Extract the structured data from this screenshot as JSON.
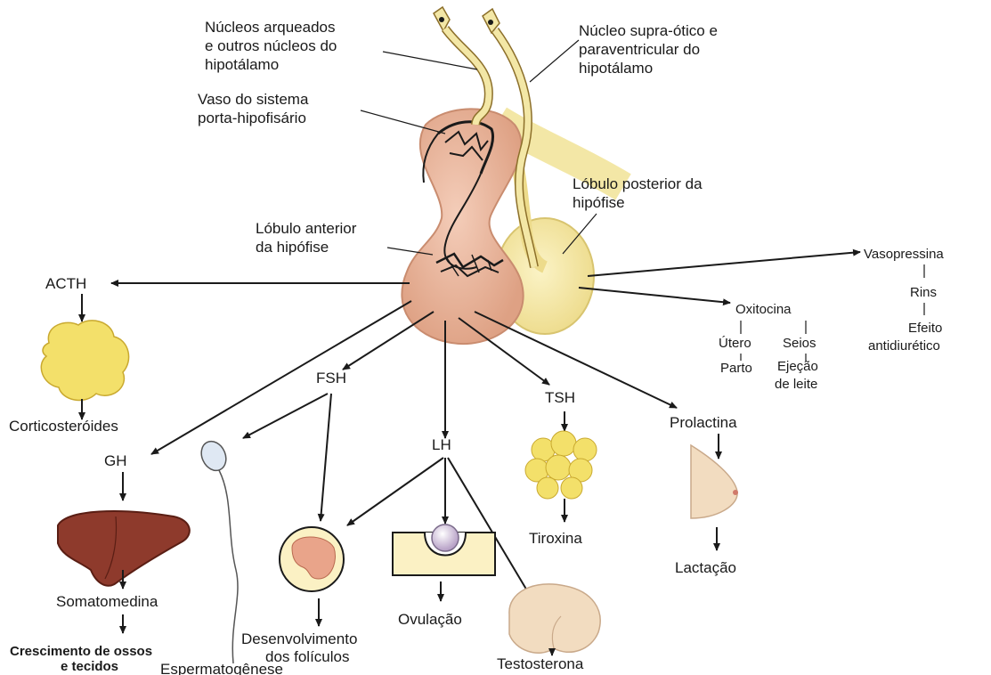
{
  "labels": {
    "arcuate": [
      "Núcleos arqueados",
      "e outros núcleos do",
      "hipotálamo"
    ],
    "supraoptic": [
      "Núcleo supra-ótico e",
      "paraventricular do",
      "hipotálamo"
    ],
    "portal": [
      "Vaso do sistema",
      "porta-hipofisário"
    ],
    "posterior_lobe": [
      "Lóbulo posterior da",
      "hipófise"
    ],
    "anterior_lobe": [
      "Lóbulo anterior",
      "da hipófise"
    ]
  },
  "hormones": {
    "acth": "ACTH",
    "corticosteroids": "Corticosteróides",
    "gh": "GH",
    "somatomedin": "Somatomedina",
    "bone_growth": [
      "Crescimento de ossos",
      "e tecidos"
    ],
    "fsh": "FSH",
    "spermatogenesis": "Espermatogênese",
    "follicle_dev": [
      "Desenvolvimento",
      "dos folículos"
    ],
    "lh": "LH",
    "ovulation": "Ovulação",
    "testosterone": "Testosterona",
    "tsh": "TSH",
    "thyroxine": "Tiroxina",
    "prolactin": "Prolactina",
    "lactation": "Lactação"
  },
  "posterior": {
    "vasopressin": "Vasopressina",
    "kidneys": "Rins",
    "antidiuretic": [
      "Efeito",
      "antidiurético"
    ],
    "oxytocin": "Oxitocina",
    "uterus": "Útero",
    "birth": "Parto",
    "breasts": "Seios",
    "milk_ejection": [
      "Ejeção",
      "de leite"
    ]
  },
  "colors": {
    "anterior": "#e8b49a",
    "posterior": "#f3e7a6",
    "nerve": "#e9d48a",
    "liver": "#8e3a2c",
    "adrenal": "#f3e06a",
    "skin": "#f2dcc0",
    "follicle": "#e9c0a6"
  }
}
